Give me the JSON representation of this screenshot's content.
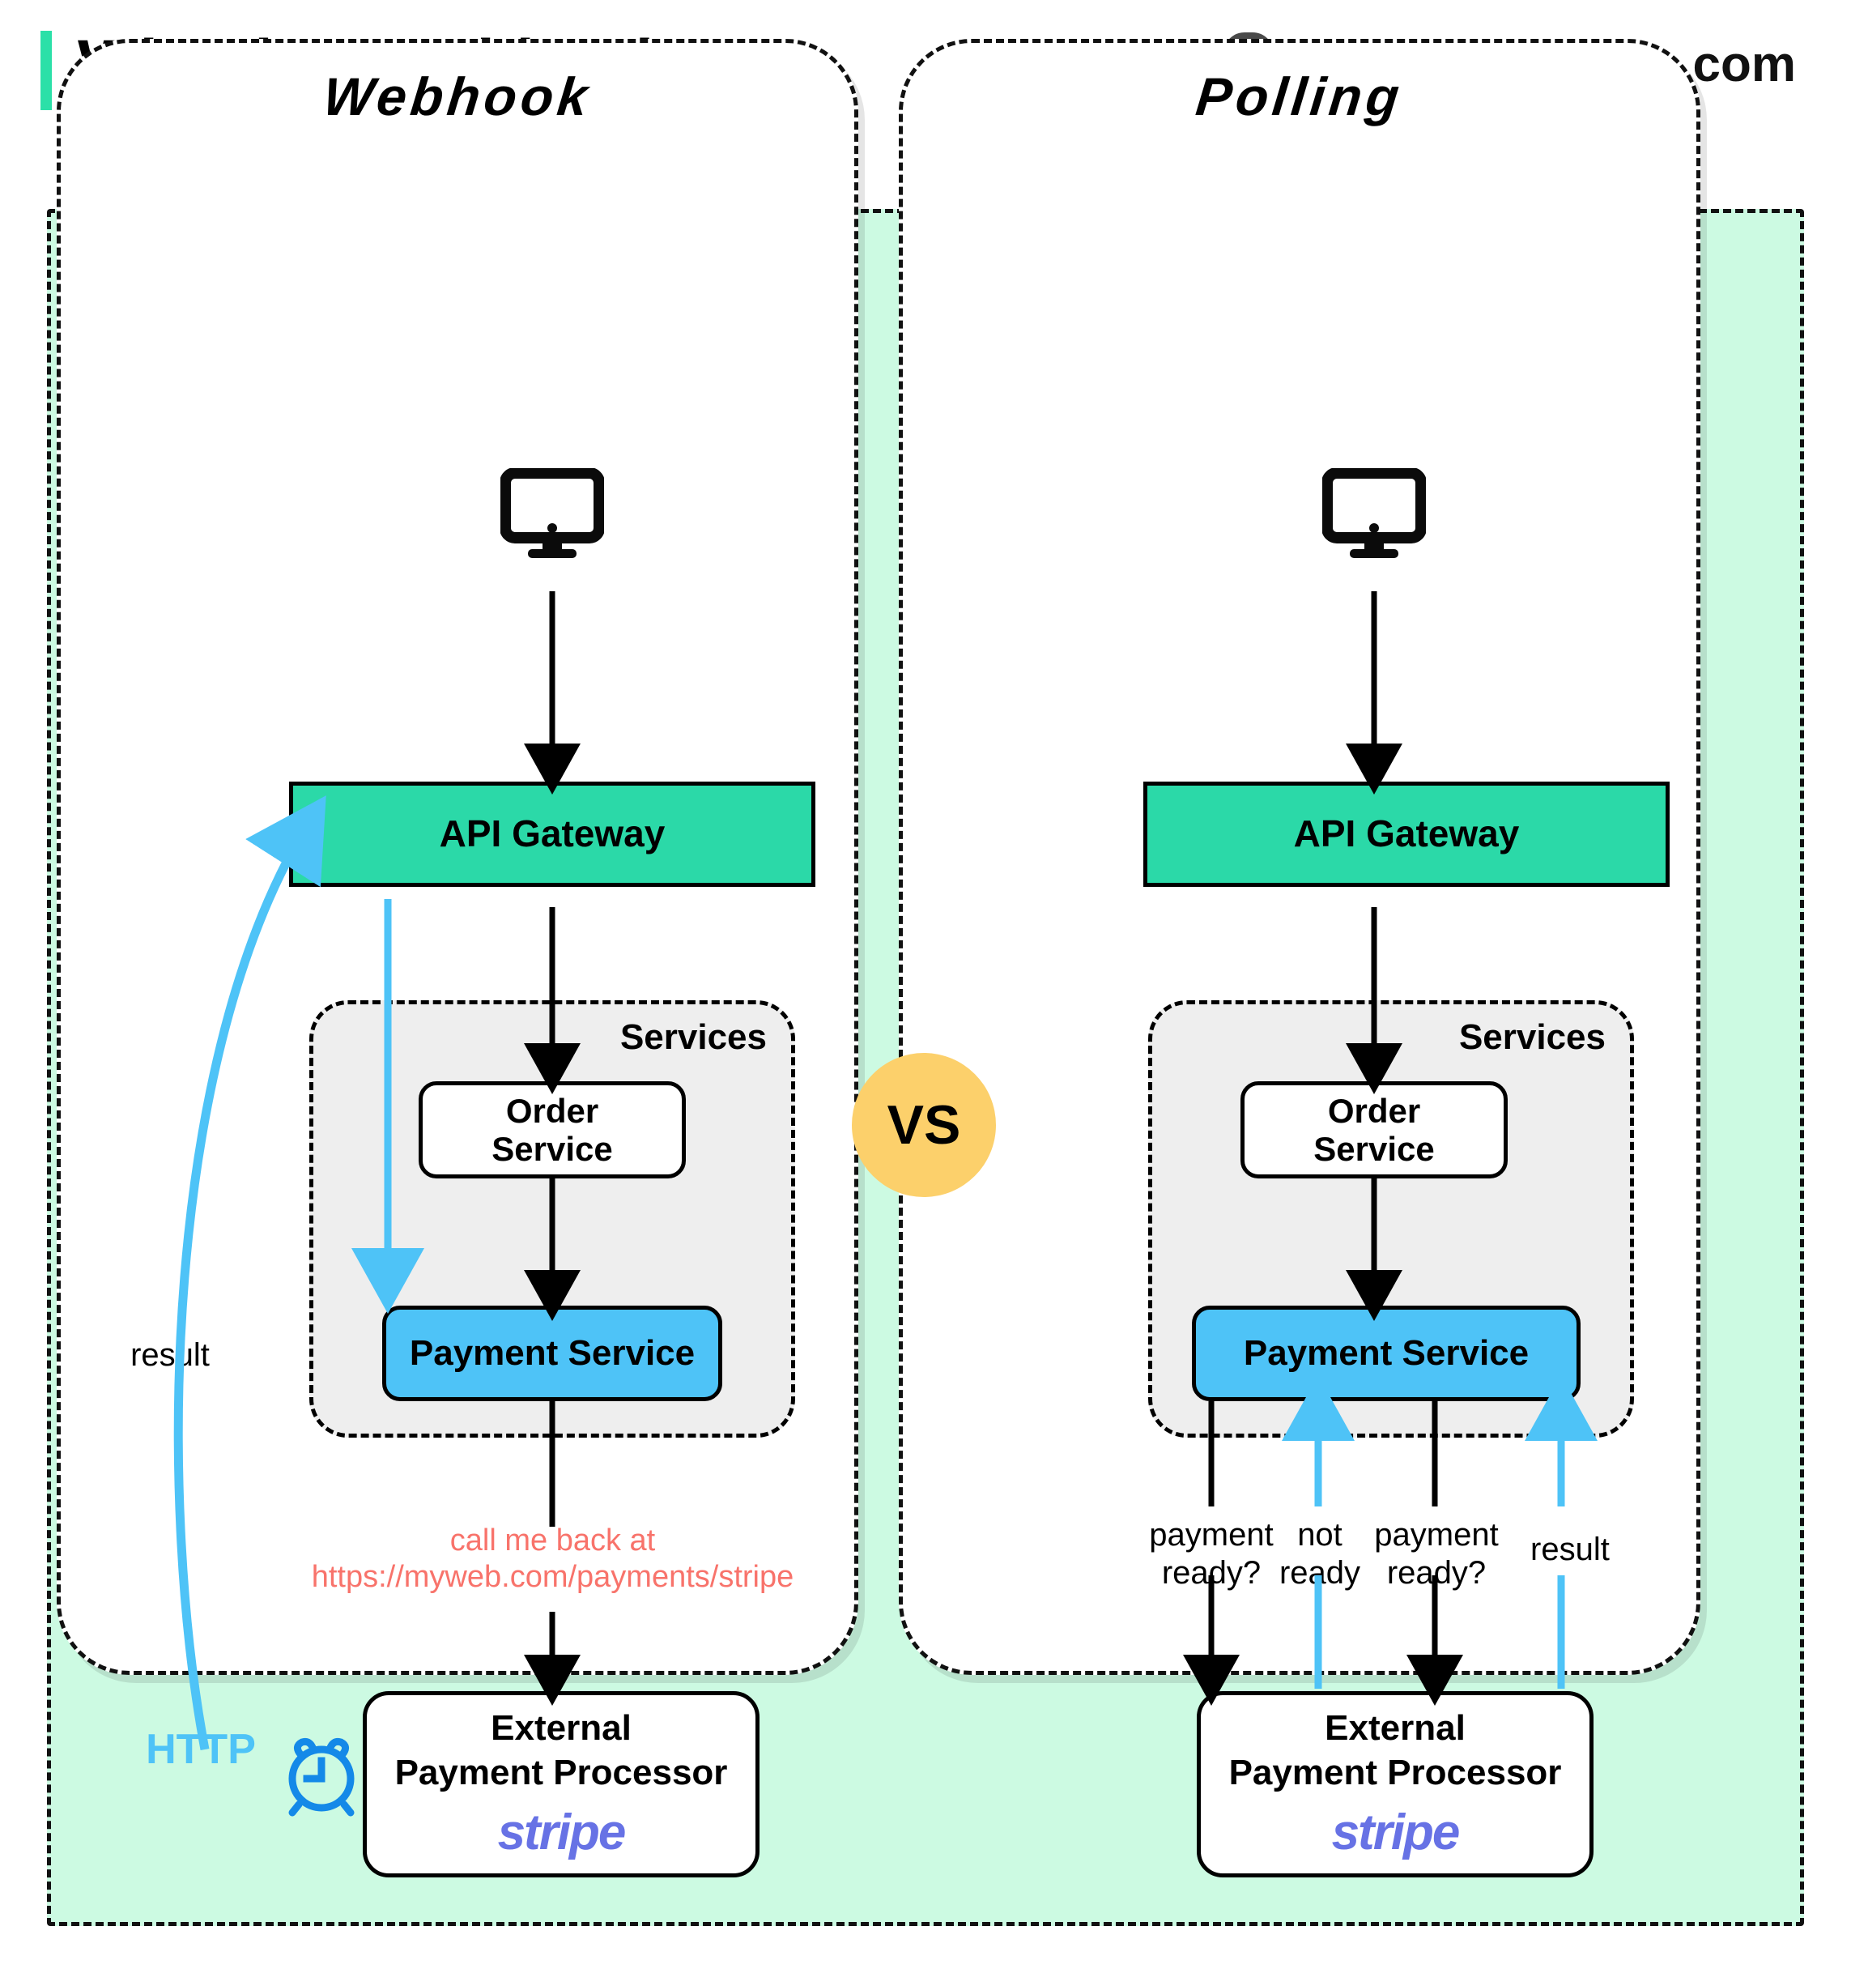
{
  "header": {
    "title": "What is a Webhook?",
    "brand": "blog.bytebytego.com",
    "logo_icon": "bytebytego-logo-icon",
    "accent_color": "#2BE0A8"
  },
  "vs_badge": {
    "label": "VS",
    "color": "#FCD06B"
  },
  "colors": {
    "canvas_mint": "#CCFAE2",
    "gateway_green": "#2BD9A8",
    "payment_blue": "#4EC3F7",
    "services_gray": "#EEEEEE",
    "arrow_blue": "#4EC3F7",
    "callback_red": "#F8736B",
    "stripe_purple": "#6772E5",
    "clock_blue": "#1489E8"
  },
  "panels": [
    {
      "id": "webhook",
      "title": "Webhook",
      "nodes": {
        "client_icon": "desktop-monitor-icon",
        "gateway": "API Gateway",
        "services_label": "Services",
        "order_service": "Order\nService",
        "order_service_line1": "Order",
        "order_service_line2": "Service",
        "payment_service": "Payment Service",
        "processor_line1": "External",
        "processor_line2": "Payment Processor",
        "processor_logo": "stripe"
      },
      "annotations": {
        "callback_line1": "call me back at",
        "callback_line2": "https://myweb.com/payments/stripe",
        "result": "result",
        "http": "HTTP",
        "clock_icon": "alarm-clock-icon"
      }
    },
    {
      "id": "polling",
      "title": "Polling",
      "nodes": {
        "client_icon": "desktop-monitor-icon",
        "gateway": "API Gateway",
        "services_label": "Services",
        "order_service_line1": "Order",
        "order_service_line2": "Service",
        "payment_service": "Payment Service",
        "processor_line1": "External",
        "processor_line2": "Payment Processor",
        "processor_logo": "stripe"
      },
      "annotations": {
        "poll1_line1": "payment",
        "poll1_line2": "ready?",
        "resp1_line1": "not",
        "resp1_line2": "ready",
        "poll2_line1": "payment",
        "poll2_line2": "ready?",
        "result": "result"
      }
    }
  ]
}
